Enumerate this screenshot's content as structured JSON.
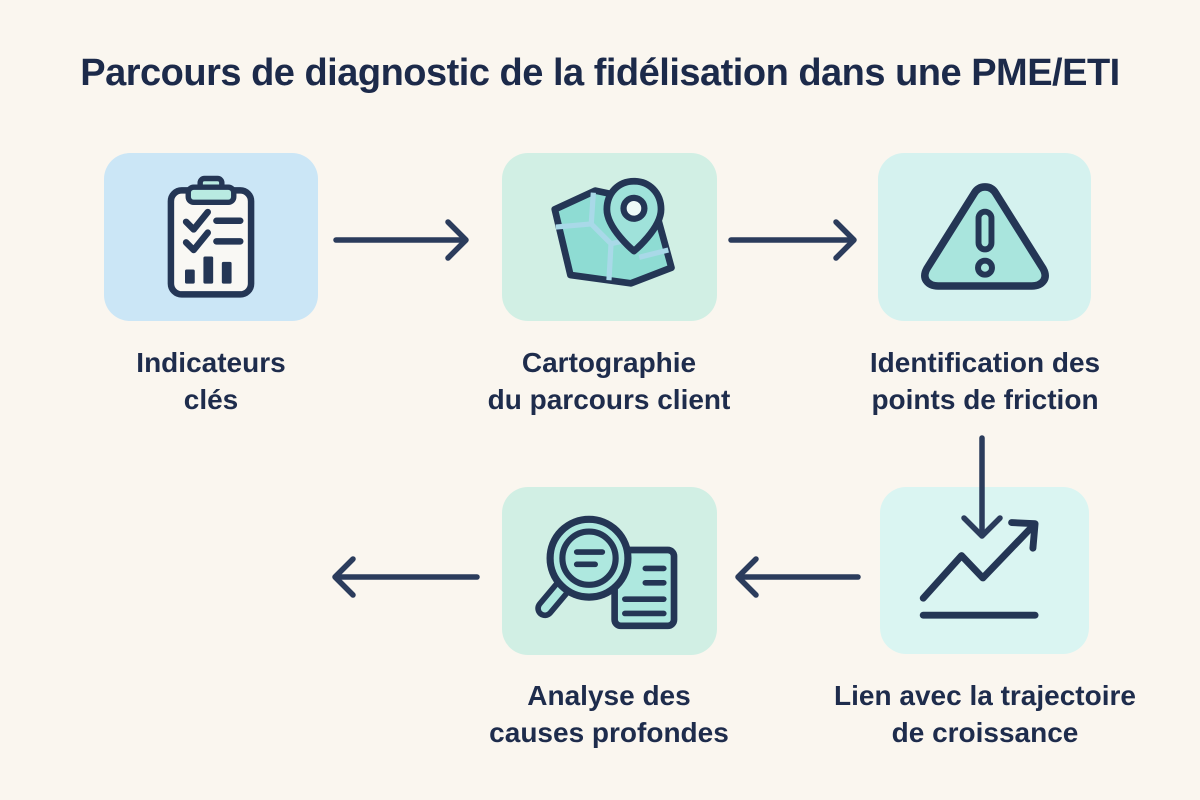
{
  "title": "Parcours de diagnostic de la fidélisation dans une PME/ETI",
  "nodes": [
    {
      "id": "indicateurs-cles",
      "label": "Indicateurs\nclés",
      "icon": "clipboard-checklist-icon"
    },
    {
      "id": "cartographie-parcours-client",
      "label": "Cartographie\ndu parcours client",
      "icon": "map-location-pin-icon"
    },
    {
      "id": "identification-points-friction",
      "label": "Identification des\npoints de friction",
      "icon": "warning-triangle-icon"
    },
    {
      "id": "analyse-causes-profondes",
      "label": "Analyse des\ncauses profondes",
      "icon": "magnifier-document-icon"
    },
    {
      "id": "lien-trajectoire-croissance",
      "label": "Lien avec la trajectoire\nde croissance",
      "icon": "growth-trend-icon"
    }
  ],
  "flow": [
    {
      "from": "indicateurs-cles",
      "to": "cartographie-parcours-client",
      "direction": "right"
    },
    {
      "from": "cartographie-parcours-client",
      "to": "identification-points-friction",
      "direction": "right"
    },
    {
      "from": "identification-points-friction",
      "to": "lien-trajectoire-croissance",
      "direction": "down"
    },
    {
      "from": "lien-trajectoire-croissance",
      "to": "analyse-causes-profondes",
      "direction": "left"
    },
    {
      "from": "analyse-causes-profondes",
      "to": "",
      "direction": "left"
    }
  ],
  "colors": {
    "background": "#faf6ef",
    "text_navy": "#1e2c4c",
    "stroke_navy": "#243655",
    "arrow_navy": "#2b3c5c",
    "box_blue": "#cbe6f6",
    "box_mint": "#d1efe4",
    "box_cyan": "#d5f2ef",
    "icon_teal": "#8edcd3"
  }
}
